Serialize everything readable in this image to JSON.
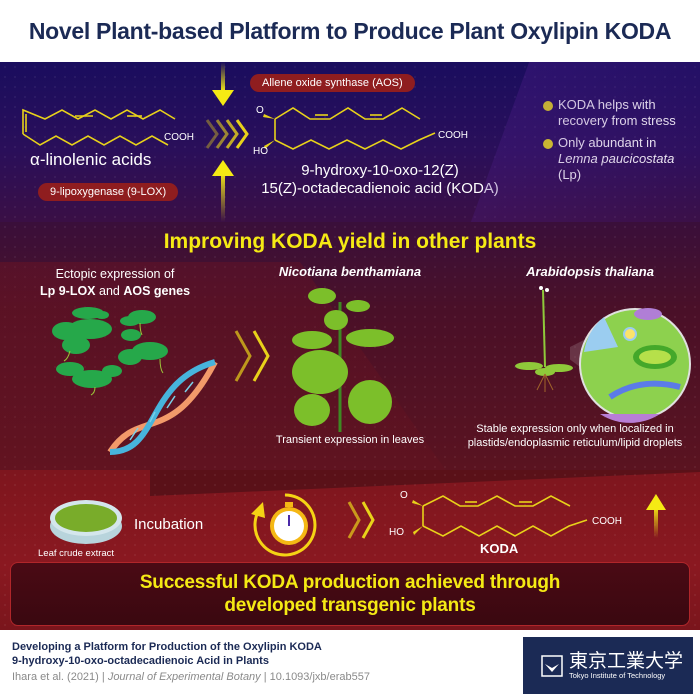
{
  "header": {
    "title": "Novel Plant-based Platform to Produce Plant Oxylipin KODA"
  },
  "top_section": {
    "substrate": {
      "name": "α-linolenic acids",
      "group_label": "COOH"
    },
    "enzymes": {
      "aos": "Allene oxide synthase (AOS)",
      "lox": "9-lipoxygenase (9-LOX)"
    },
    "product": {
      "o_label": "O",
      "ho_label": "HO",
      "group_label": "COOH",
      "name_line1": "9-hydroxy-10-oxo-12(Z)",
      "name_line2": "15(Z)-octadecadienoic acid (KODA)"
    },
    "bullets": [
      {
        "line1": "KODA helps with",
        "line2": "recovery from stress"
      },
      {
        "line1": "Only abundant in",
        "line2_italic": "Lemna paucicostata",
        "line3": "(Lp)"
      }
    ]
  },
  "middle_section": {
    "title": "Improving KODA yield in other plants",
    "ectopic": {
      "line1": "Ectopic expression of",
      "line2_b1": "Lp 9-LOX",
      "line2_mid": " and ",
      "line2_b2": "AOS genes"
    },
    "nicotiana": {
      "title": "Nicotiana benthamiana",
      "caption": "Transient expression in leaves"
    },
    "arabidopsis": {
      "title": "Arabidopsis thaliana",
      "caption_line1": "Stable expression only when localized in",
      "caption_line2": "plastids/endoplasmic reticulum/lipid droplets"
    }
  },
  "bottom_section": {
    "dish_label": "Leaf crude extract",
    "incubation": "Incubation",
    "koda": {
      "o_label": "O",
      "ho_label": "HO",
      "group_label": "COOH",
      "name": "KODA"
    },
    "conclusion_line1": "Successful KODA production achieved through",
    "conclusion_line2": "developed transgenic plants"
  },
  "footer": {
    "paper_title_line1": "Developing a Platform for Production of the Oxylipin KODA",
    "paper_title_line2": "9-hydroxy-10-oxo-octadecadienoic Acid in Plants",
    "citation_authors": "Ihara et al. (2021) | ",
    "citation_journal": "Journal of Experimental Botany",
    "citation_doi": " | 10.1093/jxb/erab557",
    "logo_kanji": "東京工業大学",
    "logo_english": "Tokyo Institute of Technology"
  },
  "colors": {
    "title_navy": "#1b2a55",
    "accent_yellow": "#f5ea14",
    "enzyme_pill": "#8f1d1f",
    "top_panel": "#1a0d5e",
    "mid_panel": "#4a1028",
    "bottom_panel": "#8a1820"
  }
}
